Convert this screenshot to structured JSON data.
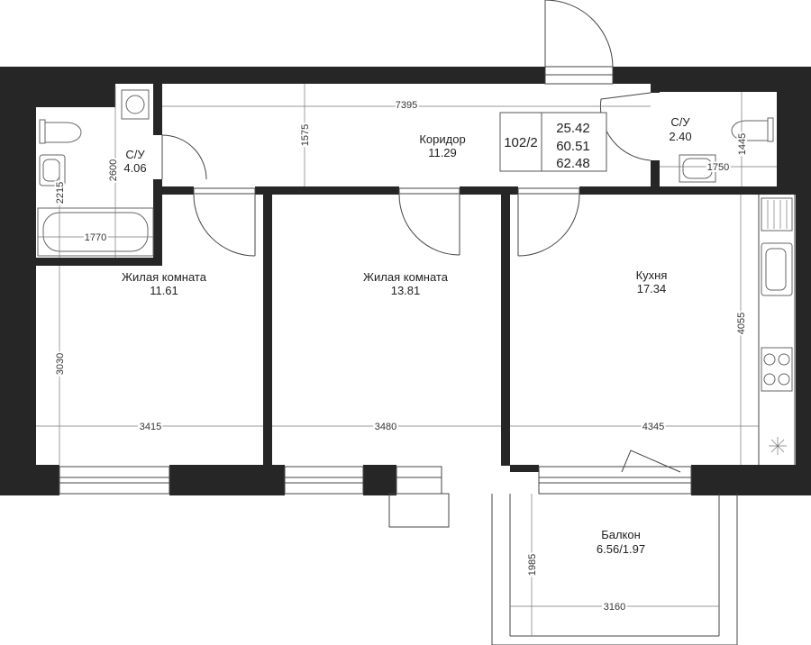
{
  "rooms": {
    "bath1": {
      "name": "С/У",
      "area": "4.06"
    },
    "bath2": {
      "name": "С/У",
      "area": "2.40"
    },
    "corridor": {
      "name": "Коридор",
      "area": "11.29"
    },
    "living1": {
      "name": "Жилая комната",
      "area": "11.61"
    },
    "living2": {
      "name": "Жилая комната",
      "area": "13.81"
    },
    "kitchen": {
      "name": "Кухня",
      "area": "17.34"
    },
    "balcony": {
      "name": "Балкон",
      "area": "6.56/1.97"
    }
  },
  "apartment": {
    "number": "102/2",
    "areas": [
      "25.42",
      "60.51",
      "62.48"
    ]
  },
  "dimensions": {
    "corridor_length": "7395",
    "corridor_width": "1575",
    "bath1_height": "2600",
    "bath1_width": "1770",
    "bath1_small": "2215",
    "bath2_width": "1750",
    "bath2_height": "1445",
    "living1_height": "3030",
    "living1_width": "3415",
    "living2_width": "3480",
    "kitchen_width": "4345",
    "kitchen_height": "4055",
    "balcony_width": "3160",
    "balcony_depth": "1985"
  }
}
